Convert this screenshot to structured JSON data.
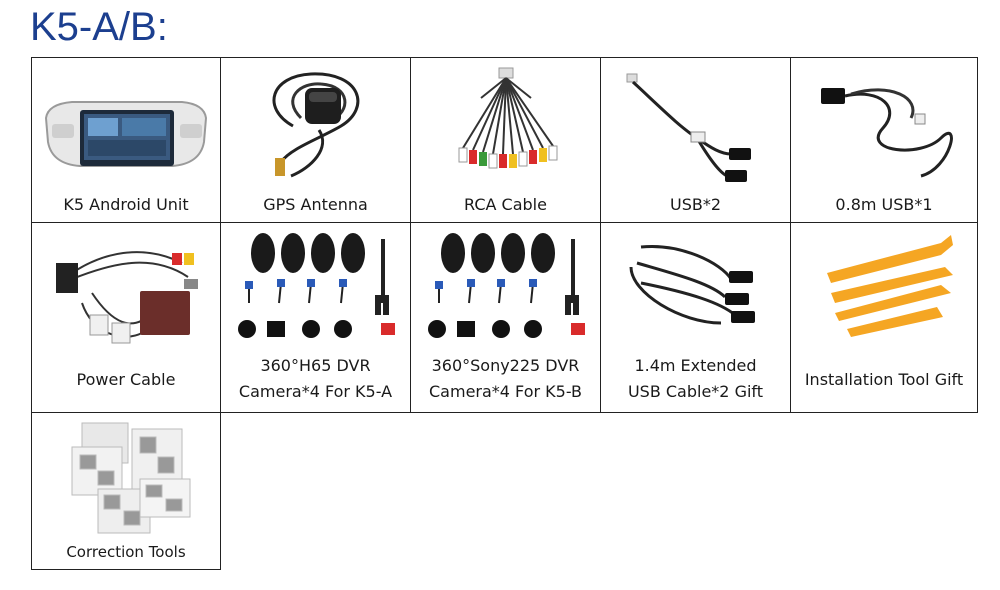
{
  "title": "K5-A/B:",
  "items": [
    {
      "label": "K5 Android Unit",
      "icon": "car-stereo-icon"
    },
    {
      "label": "GPS Antenna",
      "icon": "gps-antenna-icon"
    },
    {
      "label": "RCA Cable",
      "icon": "rca-cable-icon"
    },
    {
      "label": "USB*2",
      "icon": "usb-cable-icon"
    },
    {
      "label": "0.8m USB*1",
      "icon": "usb-cable-icon"
    },
    {
      "label": "Power Cable",
      "icon": "power-harness-icon"
    },
    {
      "label": [
        "360°H65 DVR",
        "Camera*4 For K5-A"
      ],
      "icon": "camera-set-icon"
    },
    {
      "label": [
        "360°Sony225 DVR",
        "Camera*4 For K5-B"
      ],
      "icon": "camera-set-icon"
    },
    {
      "label": [
        "1.4m Extended",
        "USB Cable*2 Gift"
      ],
      "icon": "usb-cable-icon"
    },
    {
      "label": "Installation Tool Gift",
      "icon": "pry-tool-icon"
    },
    {
      "label": "Correction Tools",
      "icon": "calibration-cloth-icon"
    }
  ],
  "colors": {
    "title": "#1c3f8f",
    "border": "#222222",
    "tool": "#f5a623"
  }
}
